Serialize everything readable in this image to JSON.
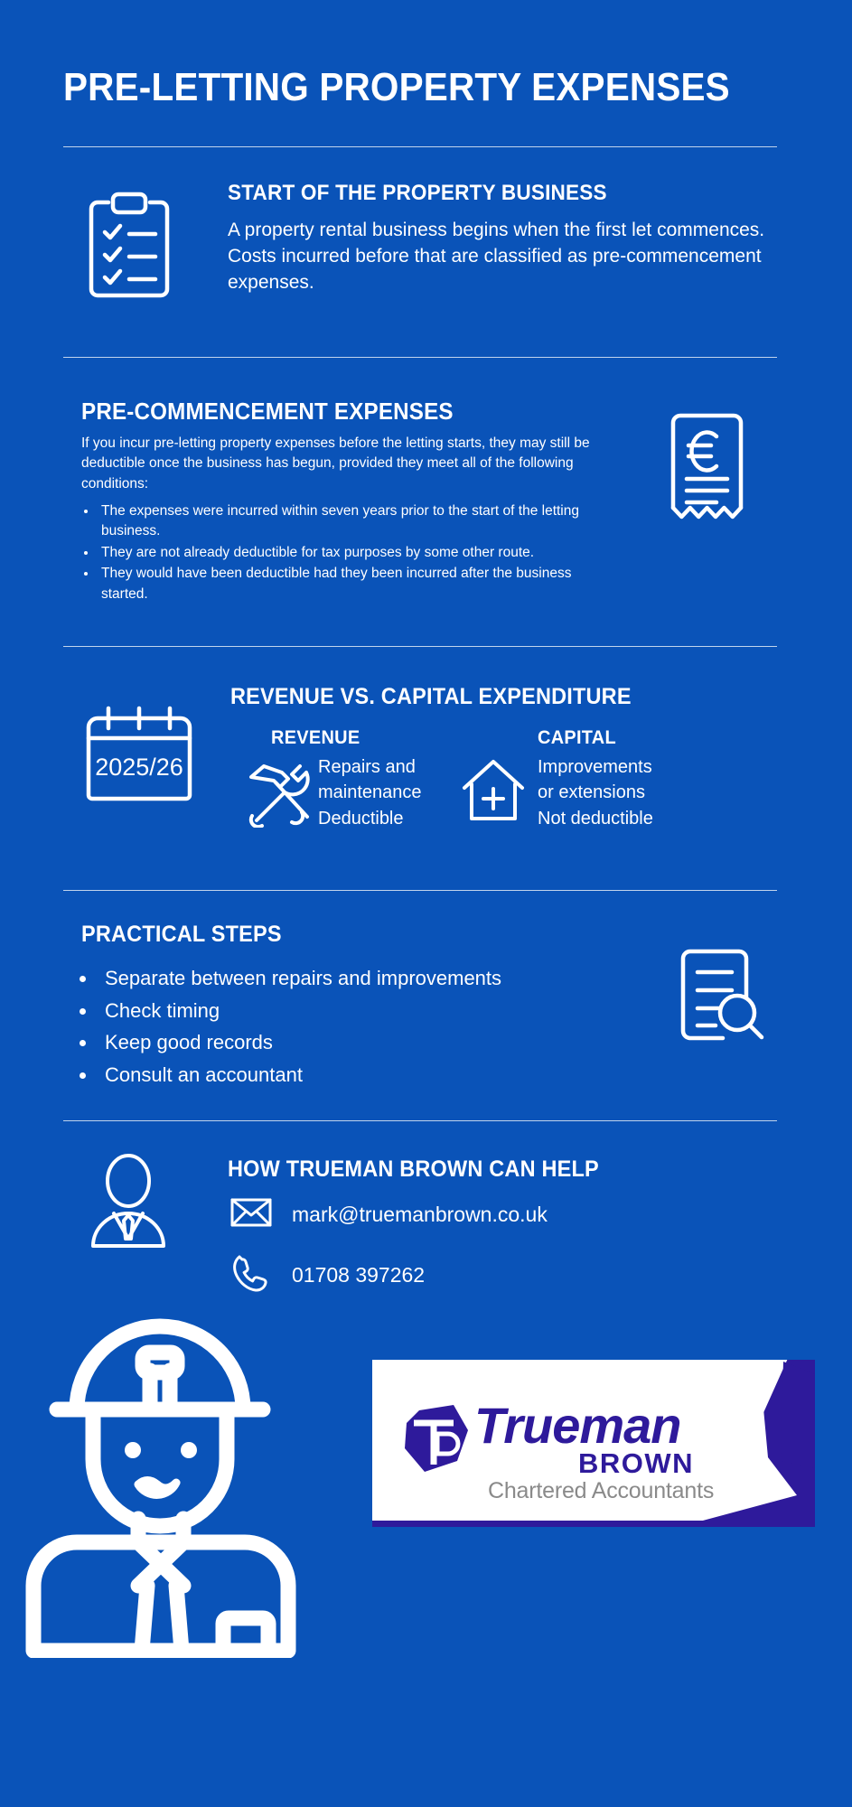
{
  "theme": {
    "background": "#0A53B8",
    "foreground": "#ffffff",
    "logo_purple": "#2E1A9B",
    "logo_gray": "#8a8a8a",
    "logo_card_bg": "#ffffff"
  },
  "title": "PRE-LETTING PROPERTY EXPENSES",
  "sections": {
    "start": {
      "heading": "START OF THE PROPERTY BUSINESS",
      "body": "A property rental business begins when the first let commences. Costs incurred before that are classified as pre-commencement expenses.",
      "icon": "clipboard-checklist-icon"
    },
    "precommencement": {
      "heading": "PRE-COMMENCEMENT EXPENSES",
      "intro": "If you incur pre-letting property expenses before the letting starts, they may still be deductible once the business has begun, provided they meet all of the following conditions:",
      "conditions": [
        "The expenses were incurred within seven years prior to the start of the letting business.",
        "They are not already deductible for tax purposes by some other route.",
        "They would have been deductible had they been incurred after the business started."
      ],
      "icon": "euro-receipt-icon"
    },
    "revenue_capital": {
      "heading": "REVENUE VS. CAPITAL EXPENDITURE",
      "calendar_year": "2025/26",
      "columns": [
        {
          "label": "REVENUE",
          "icon": "hammer-wrench-icon",
          "lines": [
            "Repairs and",
            "maintenance",
            "Deductible"
          ]
        },
        {
          "label": "CAPITAL",
          "icon": "house-plus-icon",
          "lines": [
            "Improvements",
            "or extensions",
            "Not deductible"
          ]
        }
      ]
    },
    "practical_steps": {
      "heading": "PRACTICAL STEPS",
      "steps": [
        "Separate between repairs and improvements",
        "Check timing",
        "Keep good records",
        "Consult an accountant"
      ],
      "icon": "document-search-icon"
    },
    "help": {
      "heading": "HOW TRUEMAN BROWN CAN HELP",
      "icon": "person-suit-icon",
      "email": "mark@truemanbrown.co.uk",
      "email_icon": "envelope-icon",
      "phone": "01708 397262",
      "phone_icon": "phone-icon"
    }
  },
  "footer": {
    "builder_icon": "builder-hardhat-icon",
    "logo": {
      "monogram": "TB",
      "name_primary": "Trueman",
      "name_secondary": "BROWN",
      "tagline": "Chartered Accountants"
    }
  }
}
